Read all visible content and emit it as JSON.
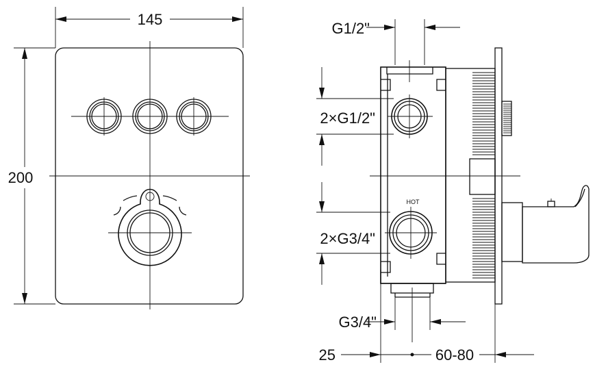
{
  "front_view": {
    "width_label": "145",
    "height_label": "200"
  },
  "side_view": {
    "top_outlet_label": "G1/2\"",
    "upper_inlets_label": "2×G1/2\"",
    "hot_marking": "HOT",
    "lower_inlets_label": "2×G3/4\"",
    "bottom_outlet_label": "G3/4\"",
    "depth_label": "25",
    "wall_depth_label": "60-80"
  }
}
